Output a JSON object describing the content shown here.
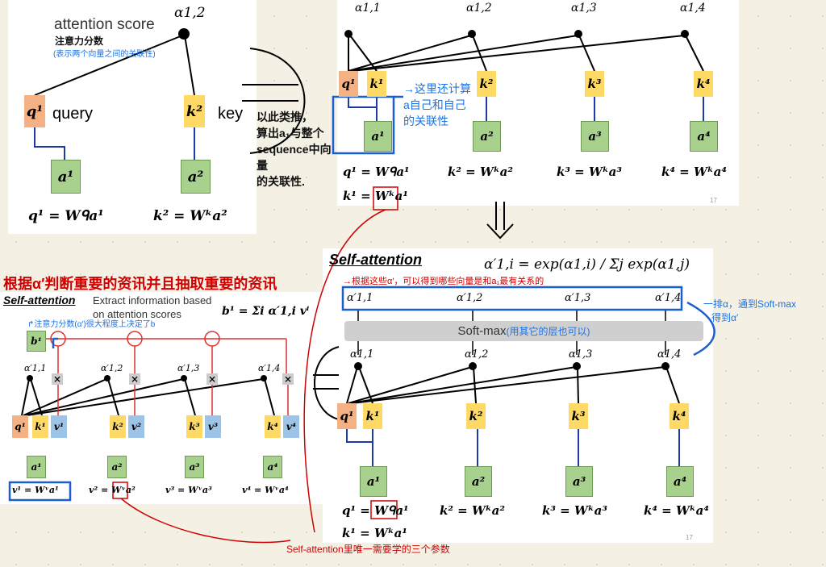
{
  "panel1": {
    "title": "attention score",
    "alpha": "α1,2",
    "query": "query",
    "key": "key",
    "q": "q¹",
    "k": "k²",
    "a1": "a¹",
    "a2": "a²",
    "eq_q": "q¹ = Wᑫa¹",
    "eq_k": "k² = Wᵏa²",
    "note1": "注意力分数",
    "note2": "(表示两个向量之间的关联性)"
  },
  "side_note": [
    "以此类推，",
    "算出a₁与整个",
    "sequence中向量",
    "的关联性."
  ],
  "panel2": {
    "alphas": [
      "α1,1",
      "α1,2",
      "α1,3",
      "α1,4"
    ],
    "q": "q¹",
    "ks": [
      "k¹",
      "k²",
      "k³",
      "k⁴"
    ],
    "as": [
      "a¹",
      "a²",
      "a³",
      "a⁴"
    ],
    "eqs": [
      "q¹ = Wᑫa¹",
      "k² = Wᵏa²",
      "k³ = Wᵏa³",
      "k⁴ = Wᵏa⁴"
    ],
    "eq_k1": "k¹ = Wᵏa¹",
    "page": "17",
    "note": [
      "→这里还计算",
      "a自己和自己",
      "的关联性"
    ]
  },
  "panel4": {
    "title": "Self-attention",
    "formula": "α′1,i = exp(α1,i) / Σj exp(α1,j)",
    "note_top": "→根据这些α′，可以得到哪些向量是和a₁最有关系的",
    "alpha_primes": [
      "α′1,1",
      "α′1,2",
      "α′1,3",
      "α′1,4"
    ],
    "softmax": "Soft-max",
    "softmax_note": "(用其它的层也可以)",
    "alphas": [
      "α1,1",
      "α1,2",
      "α1,3",
      "α1,4"
    ],
    "q": "q¹",
    "ks": [
      "k¹",
      "k²",
      "k³",
      "k⁴"
    ],
    "as": [
      "a¹",
      "a²",
      "a³",
      "a⁴"
    ],
    "eqs": [
      "q¹ = Wᑫa¹",
      "k² = Wᵏa²",
      "k³ = Wᵏa³",
      "k⁴ = Wᵏa⁴"
    ],
    "eq_k1": "k¹ = Wᵏa¹",
    "page": "17",
    "note_right": [
      "一排α，通到Soft-max",
      "得到α′"
    ]
  },
  "panel3": {
    "header_note": "根据α′判断重要的资讯并且抽取重要的资讯",
    "title": "Self-attention",
    "subtitle": [
      "Extract information based",
      "on attention scores"
    ],
    "formula": "b¹ = Σi α′1,i vⁱ",
    "blue_note": "↱注意力分数(α′)很大程度上决定了b",
    "b": "b¹",
    "alpha_primes": [
      "α′1,1",
      "α′1,2",
      "α′1,3",
      "α′1,4"
    ],
    "q": "q¹",
    "ks": [
      "k¹",
      "k²",
      "k³",
      "k⁴"
    ],
    "vs": [
      "v¹",
      "v²",
      "v³",
      "v⁴"
    ],
    "as": [
      "a¹",
      "a²",
      "a³",
      "a⁴"
    ],
    "eqs": [
      "v¹ = Wᵛa¹",
      "v² = Wᵛa²",
      "v³ = Wᵛa³",
      "v⁴ = Wᵛa⁴"
    ]
  },
  "bottom_note": "Self-attention里唯一需要学的三个参数"
}
